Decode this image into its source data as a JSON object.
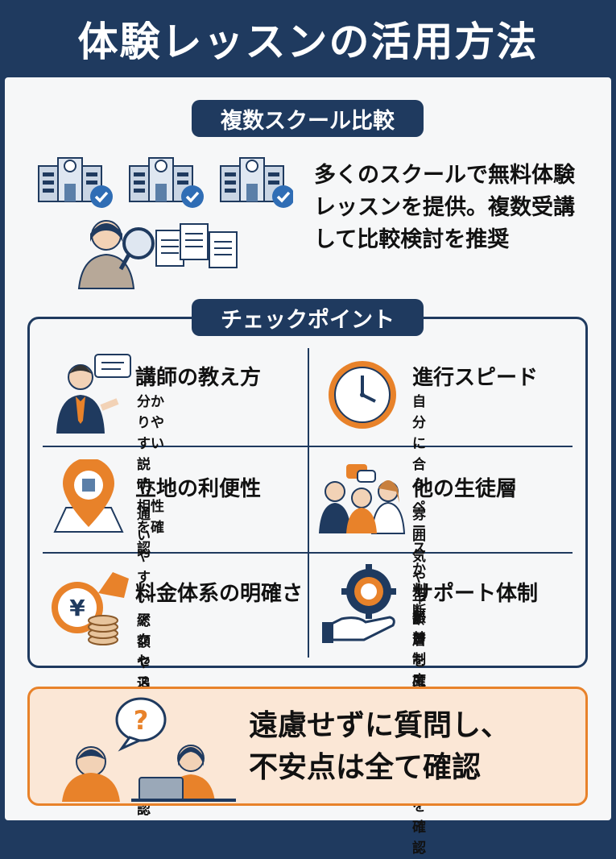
{
  "title": "体験レッスンの活用方法",
  "section1": {
    "heading": "複数スクール比較",
    "description_lines": [
      "多くのスクールで無料体験",
      "レッスンを提供。複数受講",
      "して比較検討を推奨"
    ]
  },
  "checkpoints": {
    "heading": "チェックポイント",
    "items": [
      {
        "title": "講師の教え方",
        "desc_lines": [
          "分かりやすい説明、",
          "相性を確認"
        ]
      },
      {
        "title": "進行スピード",
        "desc_lines": [
          "自分に合うペースか判断"
        ]
      },
      {
        "title": "立地の利便性",
        "desc_lines": [
          "通いやすいアクセスか"
        ]
      },
      {
        "title": "他の生徒層",
        "desc_lines": [
          "雰囲気や年齢層を確認"
        ]
      },
      {
        "title": "料金体系の明確さ",
        "desc_lines": [
          "総額や追加費用を確認"
        ]
      },
      {
        "title": "サポート体制",
        "desc_lines": [
          "振替制度や質問対応を",
          "確認"
        ]
      }
    ]
  },
  "cta": {
    "lines": [
      "遠慮せずに質問し、",
      "不安点は全て確認"
    ],
    "bubble_mark": "?",
    "yen_mark": "¥"
  },
  "colors": {
    "navy": "#1f3a5f",
    "orange": "#e8822a",
    "cta_bg": "#fbe7d6",
    "check_blue": "#2f6db5"
  }
}
